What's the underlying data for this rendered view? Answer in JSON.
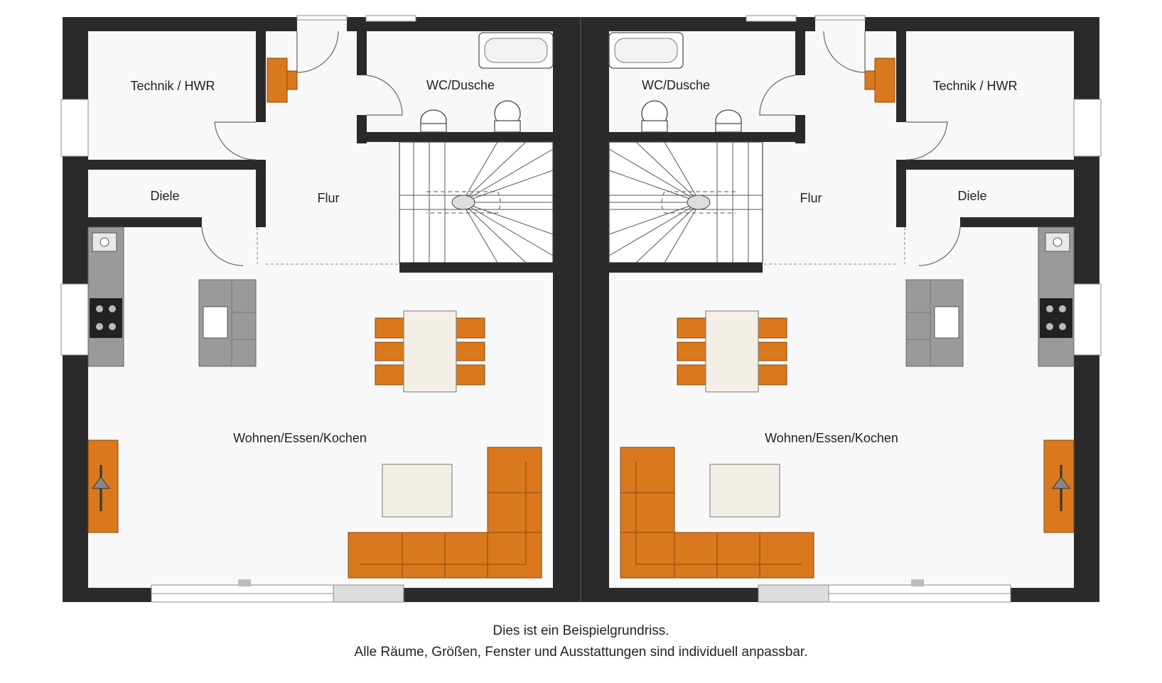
{
  "rooms": {
    "left": {
      "technik": "Technik / HWR",
      "wc": "WC/Dusche",
      "diele": "Diele",
      "flur": "Flur",
      "wohnen": "Wohnen/Essen/Kochen"
    },
    "right": {
      "technik": "Technik / HWR",
      "wc": "WC/Dusche",
      "diele": "Diele",
      "flur": "Flur",
      "wohnen": "Wohnen/Essen/Kochen"
    }
  },
  "caption": {
    "line1": "Dies ist ein Beispielgrundriss.",
    "line2": "Alle Räume, Größen, Fenster und Ausstattungen sind individuell anpassbar."
  },
  "colors": {
    "wall": "#2a2a2a",
    "furniture_orange": "#d9781c",
    "furniture_dark_orange": "#b85e10",
    "table_cream": "#f3eee6",
    "counter_grey": "#9a9a9a",
    "floor": "#f8f8f8"
  }
}
